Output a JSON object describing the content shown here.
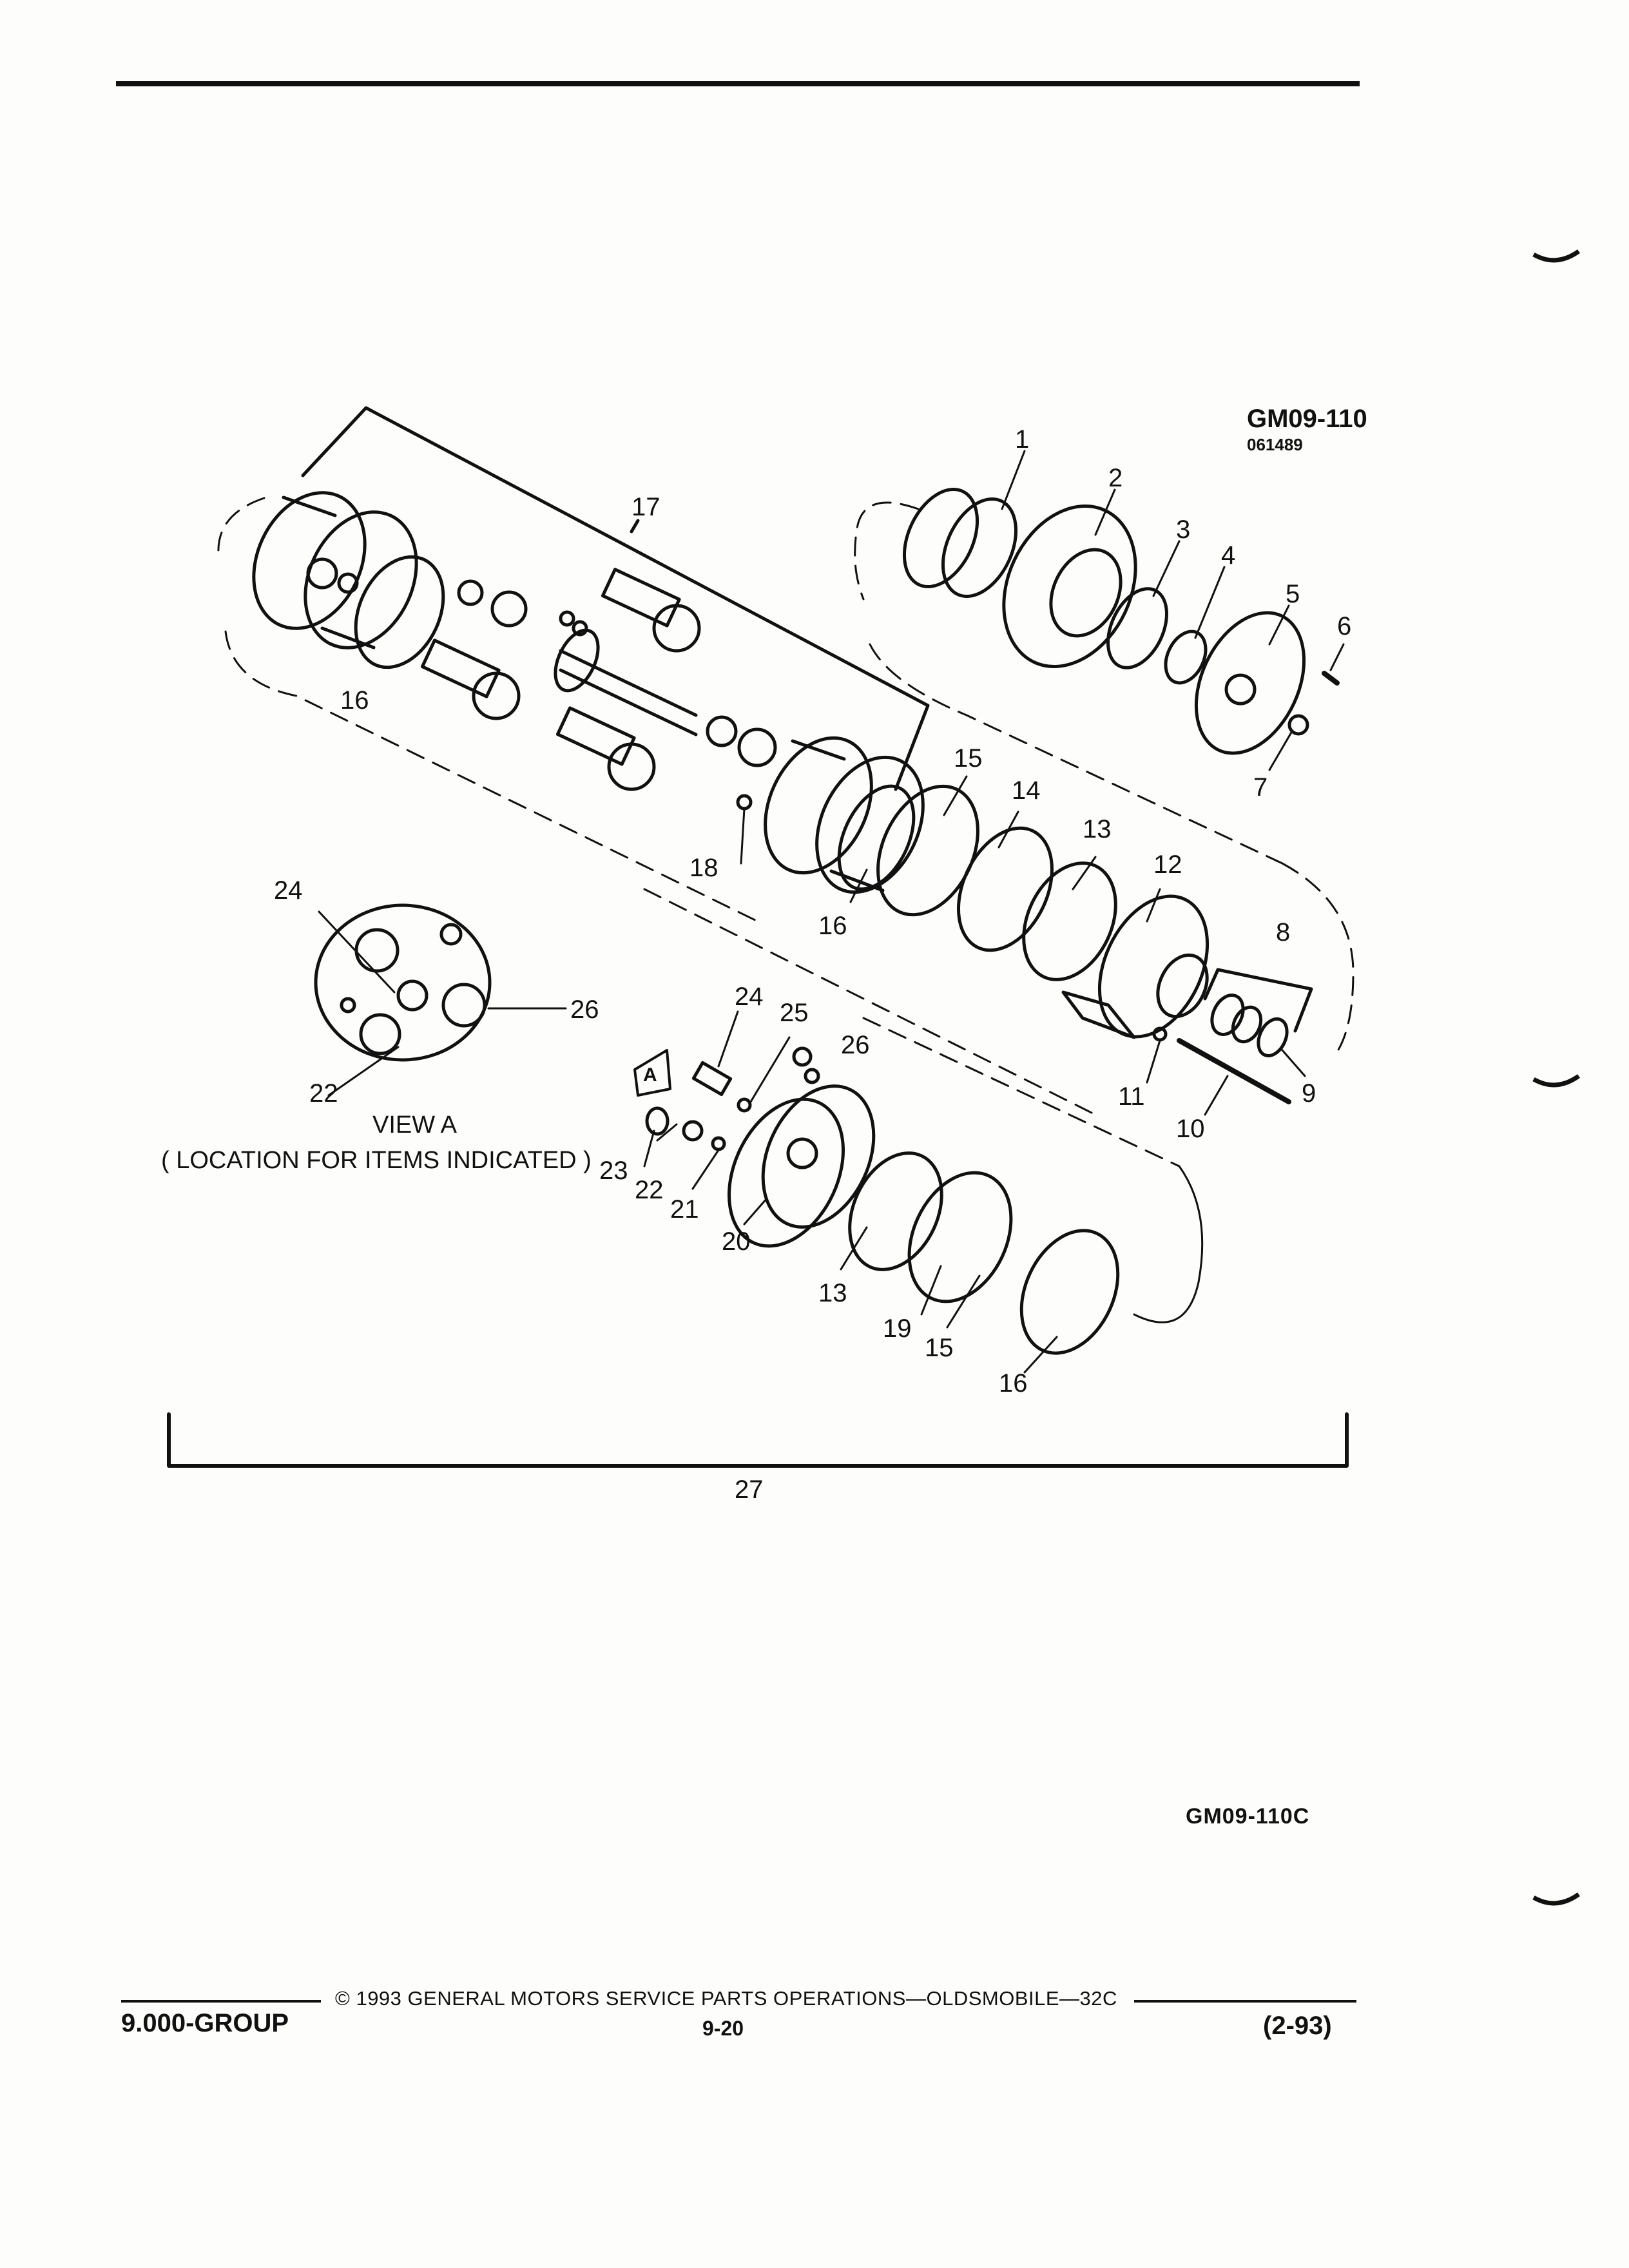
{
  "figure": {
    "id": "GM09-110",
    "sub_id": "061489",
    "code": "GM09-110C"
  },
  "view_a": {
    "title": "VIEW A",
    "caption": "( LOCATION FOR ITEMS INDICATED )",
    "marker": "A"
  },
  "callouts": {
    "c1": "1",
    "c2": "2",
    "c3": "3",
    "c4": "4",
    "c5": "5",
    "c6": "6",
    "c7": "7",
    "c8": "8",
    "c9": "9",
    "c10": "10",
    "c11": "11",
    "c12": "12",
    "c13": "13",
    "c13b": "13",
    "c14": "14",
    "c15": "15",
    "c15b": "15",
    "c16": "16",
    "c16b": "16",
    "c16c": "16",
    "c17": "17",
    "c18": "18",
    "c19": "19",
    "c20": "20",
    "c21": "21",
    "c22": "22",
    "c22v": "22",
    "c23": "23",
    "c24": "24",
    "c24v": "24",
    "c25": "25",
    "c26": "26",
    "c26v": "26",
    "c27": "27"
  },
  "footer": {
    "group": "9.000-GROUP",
    "copyright": "© 1993 GENERAL MOTORS SERVICE PARTS OPERATIONS—OLDSMOBILE—32C",
    "page_number": "9-20",
    "date": "(2-93)"
  }
}
